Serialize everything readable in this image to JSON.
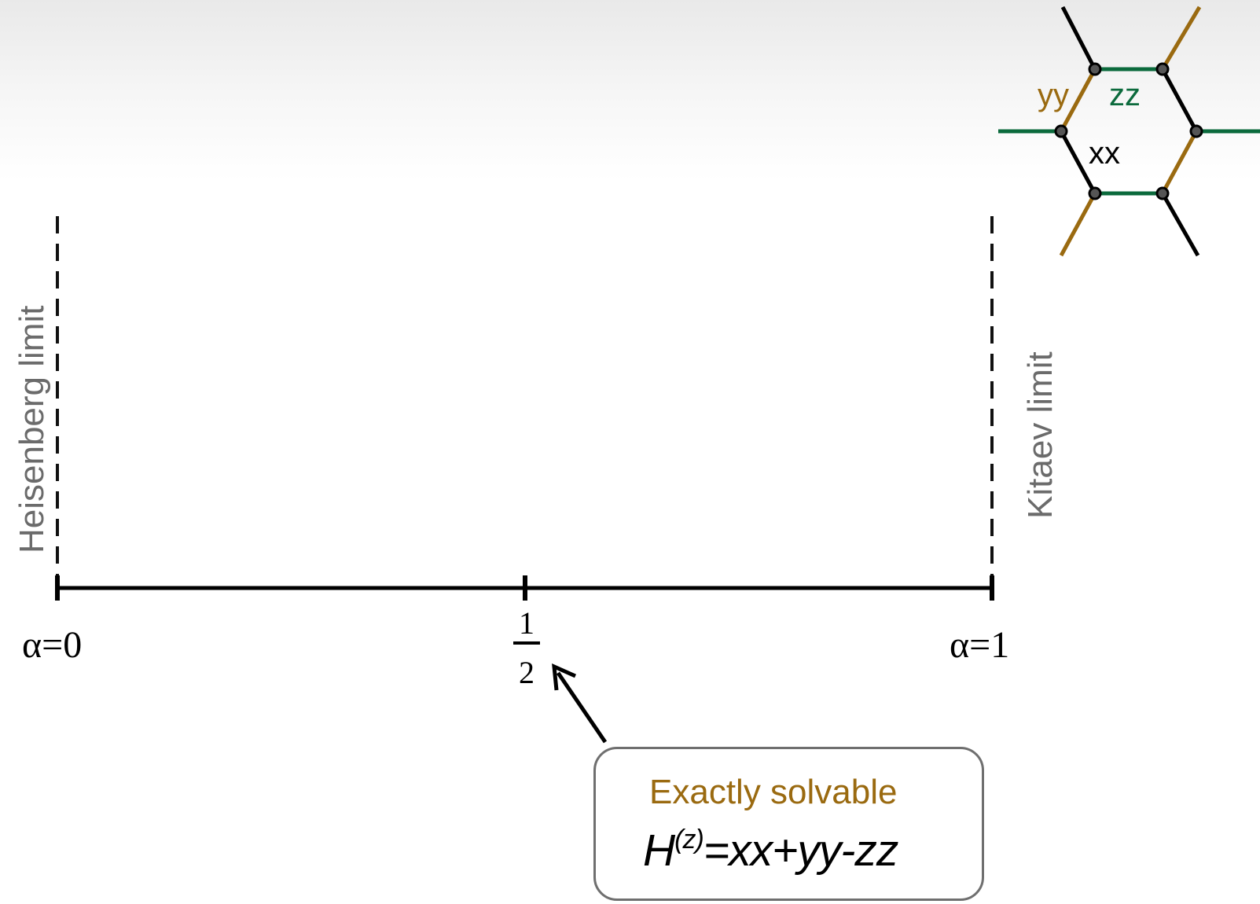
{
  "colors": {
    "yy_bond": "#9a6a10",
    "zz_bond": "#0b6a3c",
    "xx_bond": "#000000",
    "limit_label": "#6b6b6b",
    "callout_title": "#9a6a10",
    "callout_border": "#6f6f6f"
  },
  "axis": {
    "left_label": "α=0",
    "right_label": "α=1",
    "mid_numerator": "1",
    "mid_denominator": "2"
  },
  "limits": {
    "left": "Heisenberg limit",
    "right": "Kitaev limit"
  },
  "lattice": {
    "yy_label": "yy",
    "zz_label": "zz",
    "xx_label": "xx"
  },
  "callout": {
    "title": "Exactly solvable",
    "formula_H": "H",
    "formula_sup": "(z)",
    "formula_rest": "=xx+yy-zz"
  }
}
